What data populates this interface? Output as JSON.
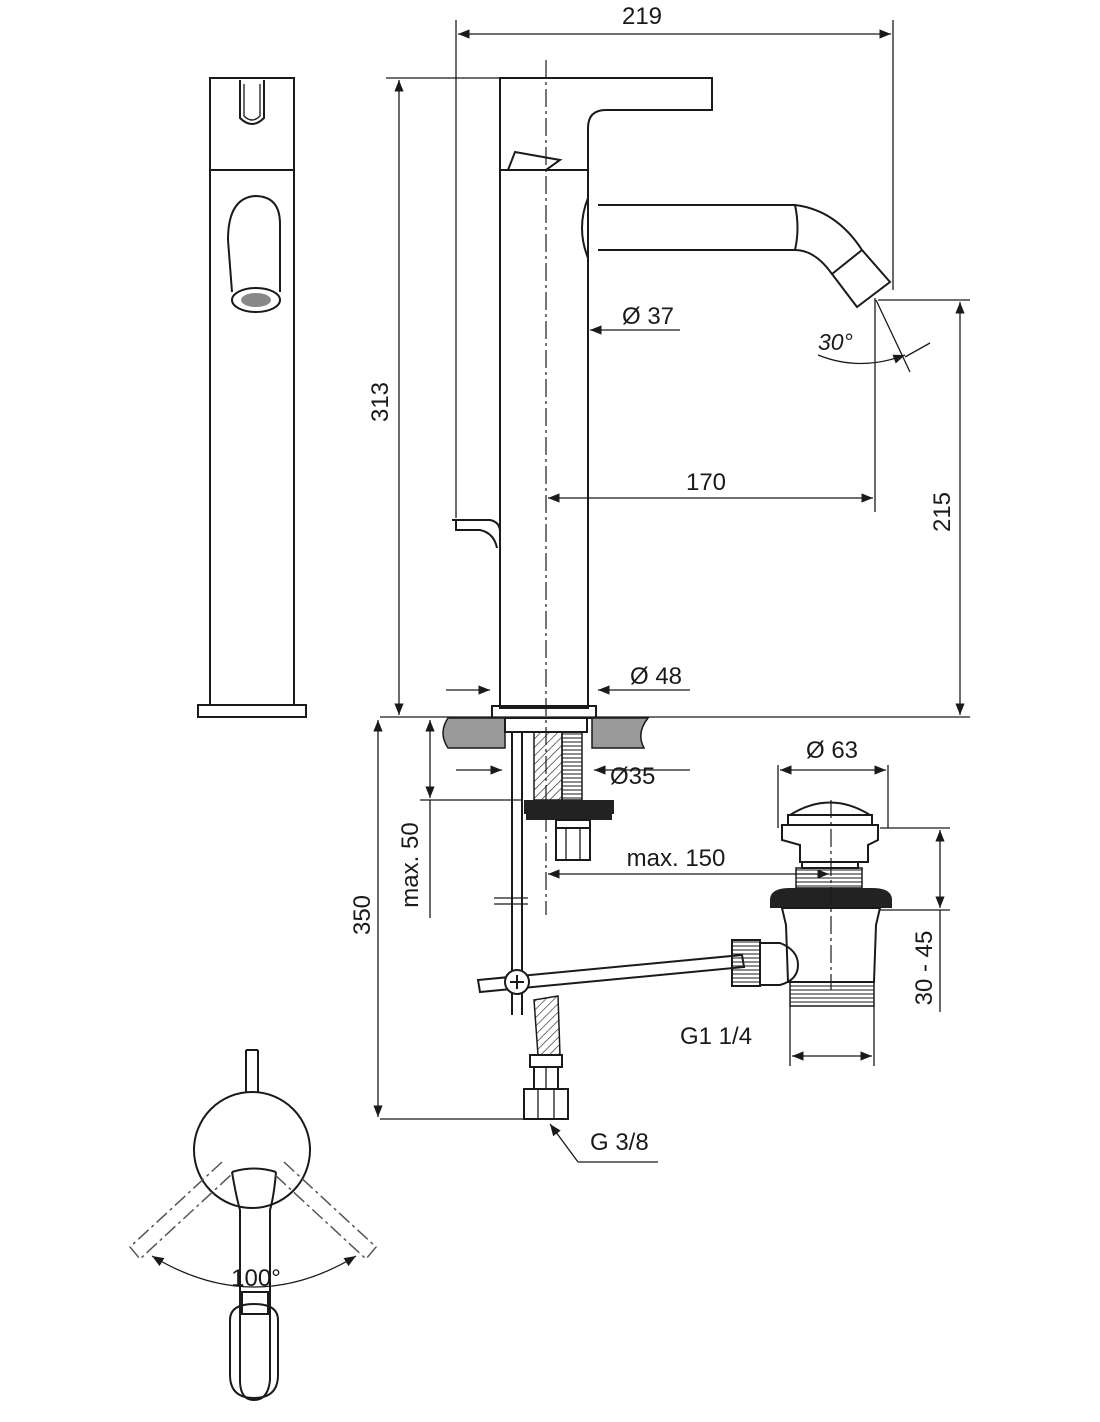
{
  "drawing": {
    "dimensions": {
      "overall_width": "219",
      "overall_height": "313",
      "body_diameter": "Ø 37",
      "spout_angle": "30°",
      "spout_reach": "170",
      "spout_height": "215",
      "base_diameter": "Ø 48",
      "hole_diameter": "Ø35",
      "waste_diameter": "Ø 63",
      "max_thickness": "max. 50",
      "max_distance": "max. 150",
      "below_deck": "350",
      "waste_adjust": "30 - 45",
      "waste_thread": "G1 1/4",
      "supply_thread": "G 3/8",
      "lever_rotation": "100°"
    },
    "colors": {
      "line": "#1a1a1a",
      "counter": "#9a9a9a",
      "dark_part": "#222222"
    }
  }
}
